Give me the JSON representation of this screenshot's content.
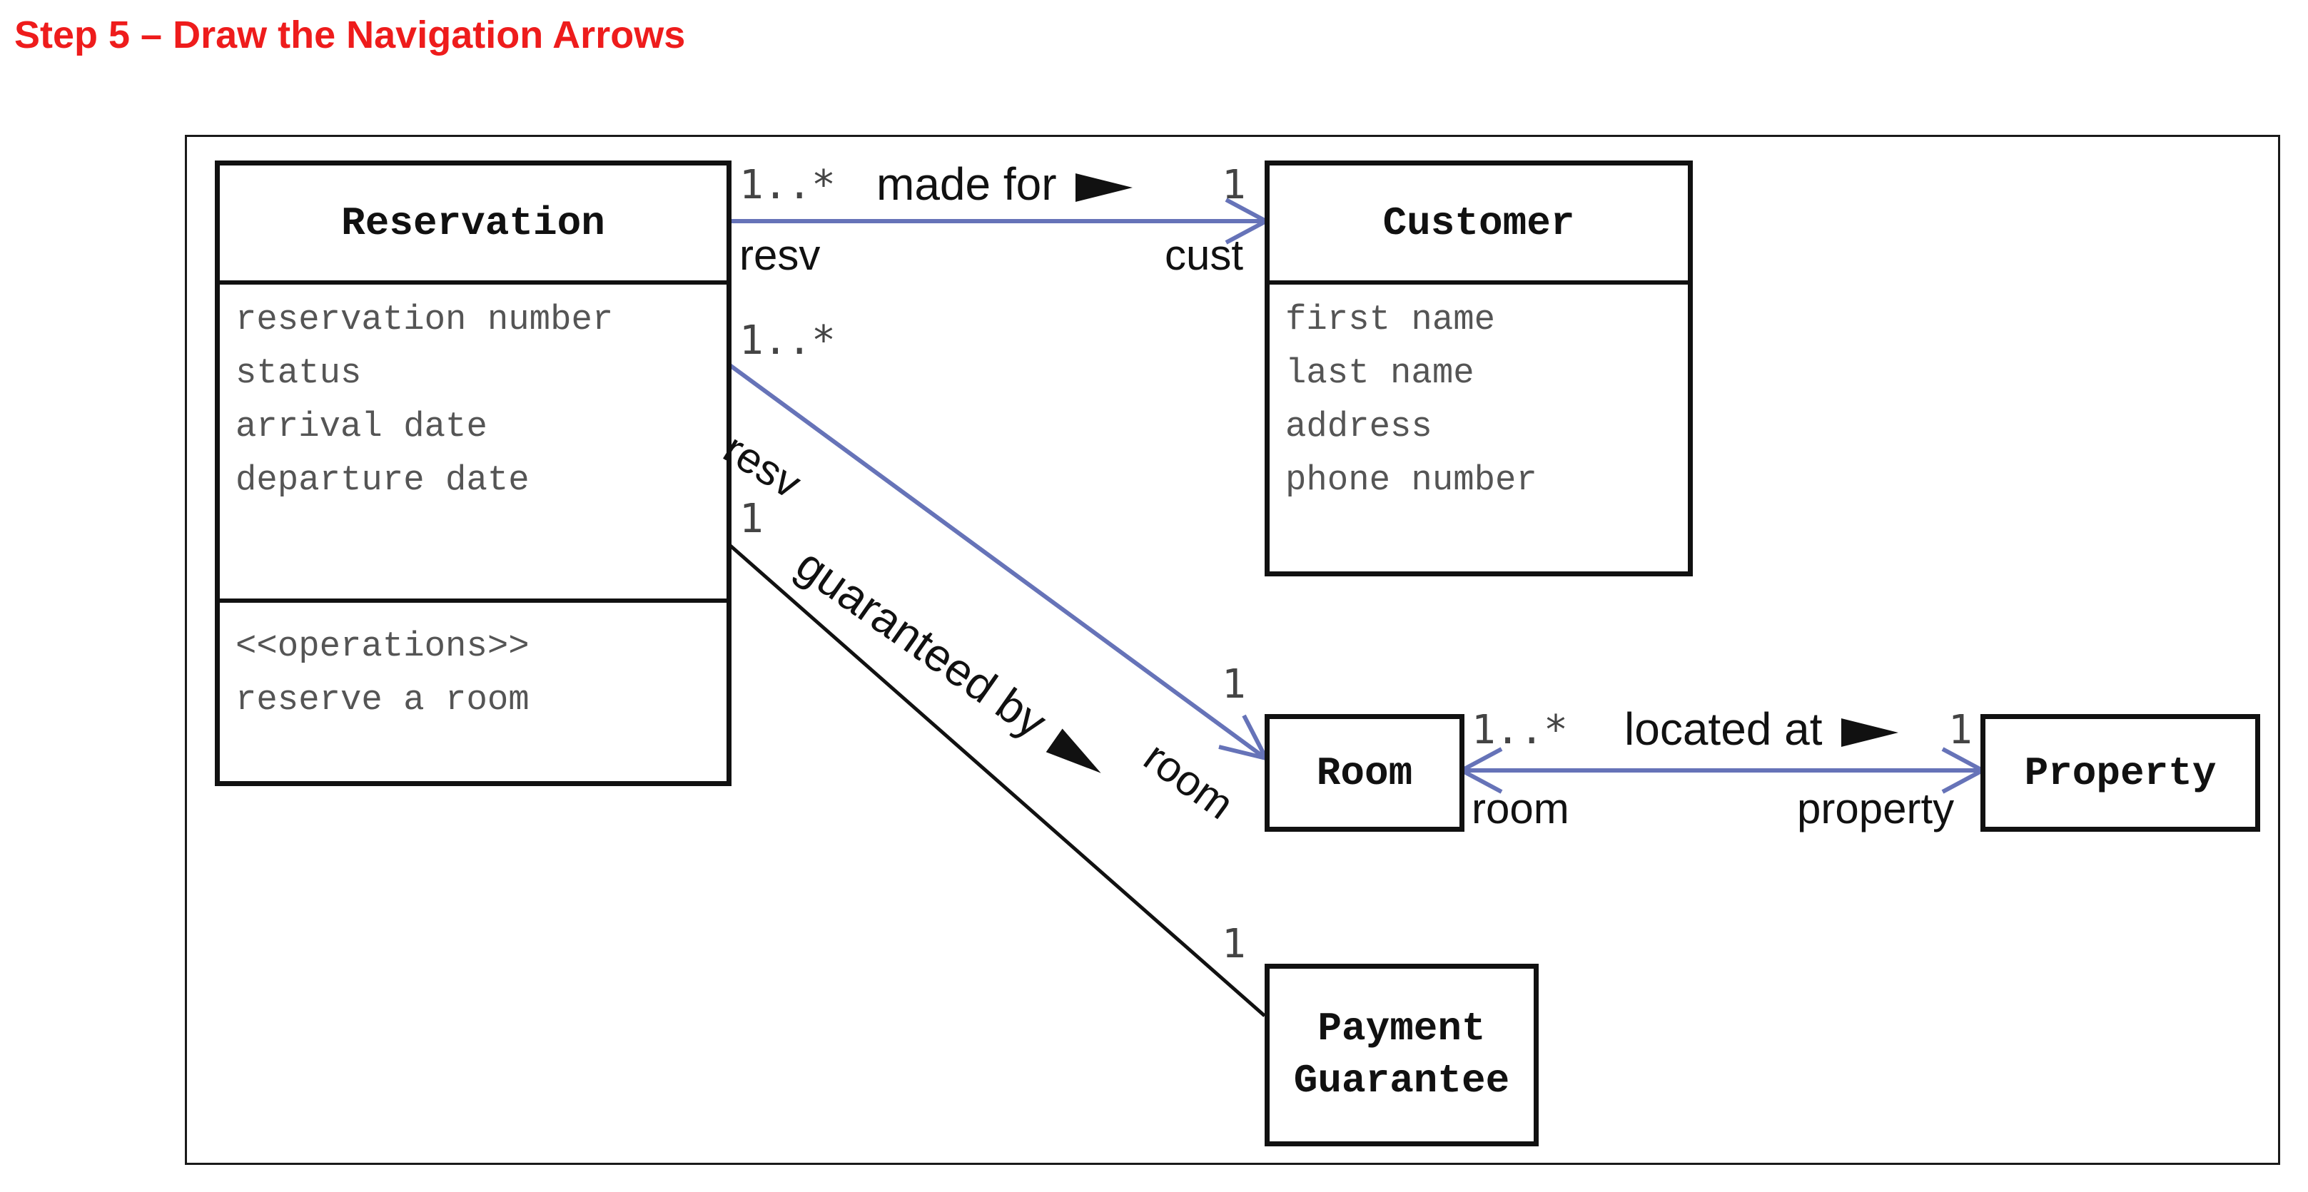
{
  "page_title": "Step 5 – Draw the Navigation Arrows",
  "classes": {
    "reservation": {
      "name": "Reservation",
      "attributes": [
        "reservation number",
        "status",
        "arrival date",
        "departure date"
      ],
      "operations": [
        "<<operations>>",
        "reserve a room"
      ]
    },
    "customer": {
      "name": "Customer",
      "attributes": [
        "first name",
        "last name",
        "address",
        "phone number"
      ]
    },
    "room": {
      "name": "Room"
    },
    "property": {
      "name": "Property"
    },
    "payment_guarantee": {
      "name_line1": "Payment",
      "name_line2": "Guarantee"
    }
  },
  "associations": {
    "made_for": {
      "label": "made for",
      "source_multiplicity": "1..*",
      "target_multiplicity": "1",
      "source_role": "resv",
      "target_role": "cust",
      "navigable_to": "customer",
      "color": "#6673b8"
    },
    "room_assoc": {
      "source_multiplicity": "1..*",
      "target_multiplicity": "1",
      "source_role": "resv",
      "target_role": "room",
      "navigable_to": "room",
      "color": "#6673b8"
    },
    "guaranteed_by": {
      "label": "guaranteed by",
      "source_multiplicity": "1",
      "target_multiplicity": "1",
      "navigable_to": "none",
      "color": "#111111"
    },
    "located_at": {
      "label": "located at",
      "source_multiplicity": "1..*",
      "target_multiplicity": "1",
      "source_role": "room",
      "target_role": "property",
      "navigable_to": "both",
      "color": "#6673b8"
    }
  }
}
